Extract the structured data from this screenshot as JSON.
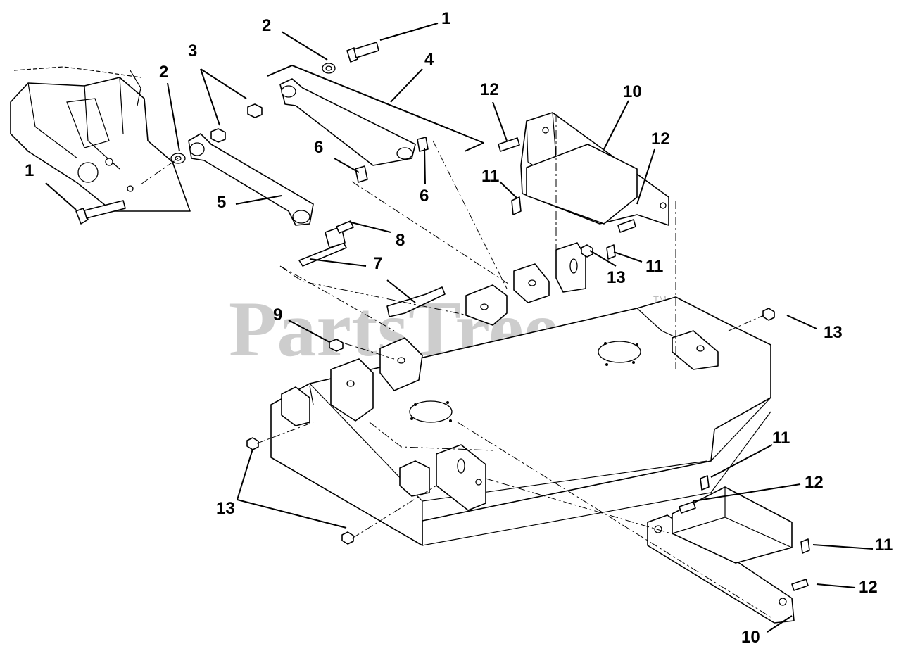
{
  "watermark": {
    "text": "PartsTree",
    "trademark": "TM"
  },
  "callouts": [
    {
      "id": "c1a",
      "label": "1"
    },
    {
      "id": "c1b",
      "label": "1"
    },
    {
      "id": "c2a",
      "label": "2"
    },
    {
      "id": "c2b",
      "label": "2"
    },
    {
      "id": "c3",
      "label": "3"
    },
    {
      "id": "c4",
      "label": "4"
    },
    {
      "id": "c5",
      "label": "5"
    },
    {
      "id": "c6a",
      "label": "6"
    },
    {
      "id": "c6b",
      "label": "6"
    },
    {
      "id": "c7",
      "label": "7"
    },
    {
      "id": "c8",
      "label": "8"
    },
    {
      "id": "c9",
      "label": "9"
    },
    {
      "id": "c10a",
      "label": "10"
    },
    {
      "id": "c10b",
      "label": "10"
    },
    {
      "id": "c11a",
      "label": "11"
    },
    {
      "id": "c11b",
      "label": "11"
    },
    {
      "id": "c11c",
      "label": "11"
    },
    {
      "id": "c11d",
      "label": "11"
    },
    {
      "id": "c12a",
      "label": "12"
    },
    {
      "id": "c12b",
      "label": "12"
    },
    {
      "id": "c12c",
      "label": "12"
    },
    {
      "id": "c12d",
      "label": "12"
    },
    {
      "id": "c13a",
      "label": "13"
    },
    {
      "id": "c13b",
      "label": "13"
    },
    {
      "id": "c13c",
      "label": "13"
    }
  ]
}
